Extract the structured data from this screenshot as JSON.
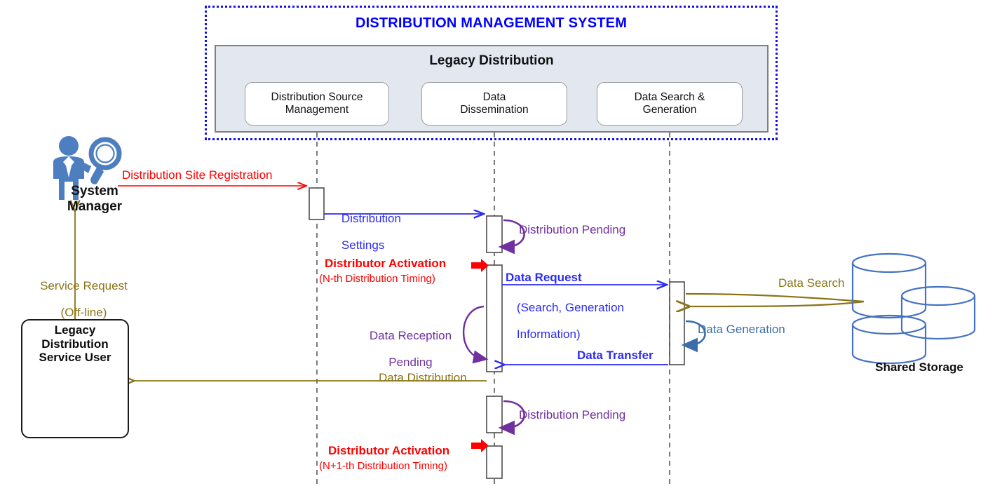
{
  "system": {
    "title": "DISTRIBUTION MANAGEMENT SYSTEM",
    "band_title": "Legacy Distribution",
    "border_color": "#1414e6",
    "band_color": "#e2e7f0"
  },
  "participants": [
    {
      "id": "distribution-source-management",
      "label": "Distribution Source\nManagement"
    },
    {
      "id": "data-dissemination",
      "label": "Data\nDissemination"
    },
    {
      "id": "data-search-generation",
      "label": "Data Search &\nGeneration"
    }
  ],
  "actors": {
    "system_manager": {
      "label": "System\nManager",
      "icon": "businessman-magnifier-icon",
      "color": "#4d7ebf"
    },
    "legacy_user": {
      "label": "Legacy\nDistribution\nService User",
      "icon": "server-rack-icon"
    },
    "shared_storage": {
      "label": "Shared Storage",
      "icon": "database-cylinders-icon",
      "color": "#4472c4"
    }
  },
  "messages": [
    {
      "id": "distribution-site-registration",
      "text": "Distribution Site Registration",
      "color": "#ff0000"
    },
    {
      "id": "distribution-settings",
      "text": "Distribution\nSettings",
      "color": "#2b2bf5"
    },
    {
      "id": "distribution-pending-1",
      "text": "Distribution Pending",
      "color": "#7030a0"
    },
    {
      "id": "distributor-activation-n",
      "text": "Distributor Activation",
      "sub": "(N-th Distribution Timing)",
      "color": "#ff0000"
    },
    {
      "id": "data-request",
      "text": "Data Request",
      "sub": "(Search, Generation\nInformation)",
      "color": "#2b2bf5"
    },
    {
      "id": "data-search",
      "text": "Data Search",
      "color": "#8b7416"
    },
    {
      "id": "data-generation",
      "text": "Data Generation",
      "color": "#3b6ea8"
    },
    {
      "id": "data-reception-pending",
      "text": "Data Reception\nPending",
      "color": "#7030a0"
    },
    {
      "id": "data-transfer",
      "text": "Data Transfer",
      "color": "#2b2bf5"
    },
    {
      "id": "data-distribution",
      "text": "Data Distribution",
      "color": "#8b7416"
    },
    {
      "id": "service-request",
      "text": "Service Request\n(Off-line)",
      "color": "#8b7416"
    },
    {
      "id": "distribution-pending-2",
      "text": "Distribution Pending",
      "color": "#7030a0"
    },
    {
      "id": "distributor-activation-n1",
      "text": "Distributor Activation",
      "sub": "(N+1-th Distribution Timing)",
      "color": "#ff0000"
    }
  ],
  "labels": {
    "distribution_site_registration": "Distribution Site Registration",
    "distribution_settings_l1": "Distribution",
    "distribution_settings_l2": "Settings",
    "distribution_pending_1": "Distribution Pending",
    "distributor_activation_n_l1": "Distributor Activation",
    "distributor_activation_n_l2": "(N-th Distribution Timing)",
    "data_request_l1": "Data Request",
    "data_request_l2": "(Search, Generation",
    "data_request_l3": "Information)",
    "data_search": "Data Search",
    "data_generation": "Data Generation",
    "data_reception_pending_l1": "Data Reception",
    "data_reception_pending_l2": "Pending",
    "data_transfer": "Data Transfer",
    "data_distribution": "Data Distribution",
    "service_request_l1": "Service Request",
    "service_request_l2": "(Off-line)",
    "distribution_pending_2": "Distribution Pending",
    "distributor_activation_n1_l1": "Distributor Activation",
    "distributor_activation_n1_l2": "(N+1-th Distribution Timing)",
    "system_manager_l1": "System",
    "system_manager_l2": "Manager",
    "legacy_user_l1": "Legacy",
    "legacy_user_l2": "Distribution",
    "legacy_user_l3": "Service User",
    "shared_storage": "Shared Storage",
    "participant_1_l1": "Distribution Source",
    "participant_1_l2": "Management",
    "participant_2_l1": "Data",
    "participant_2_l2": "Dissemination",
    "participant_3_l1": "Data Search &",
    "participant_3_l2": "Generation"
  }
}
